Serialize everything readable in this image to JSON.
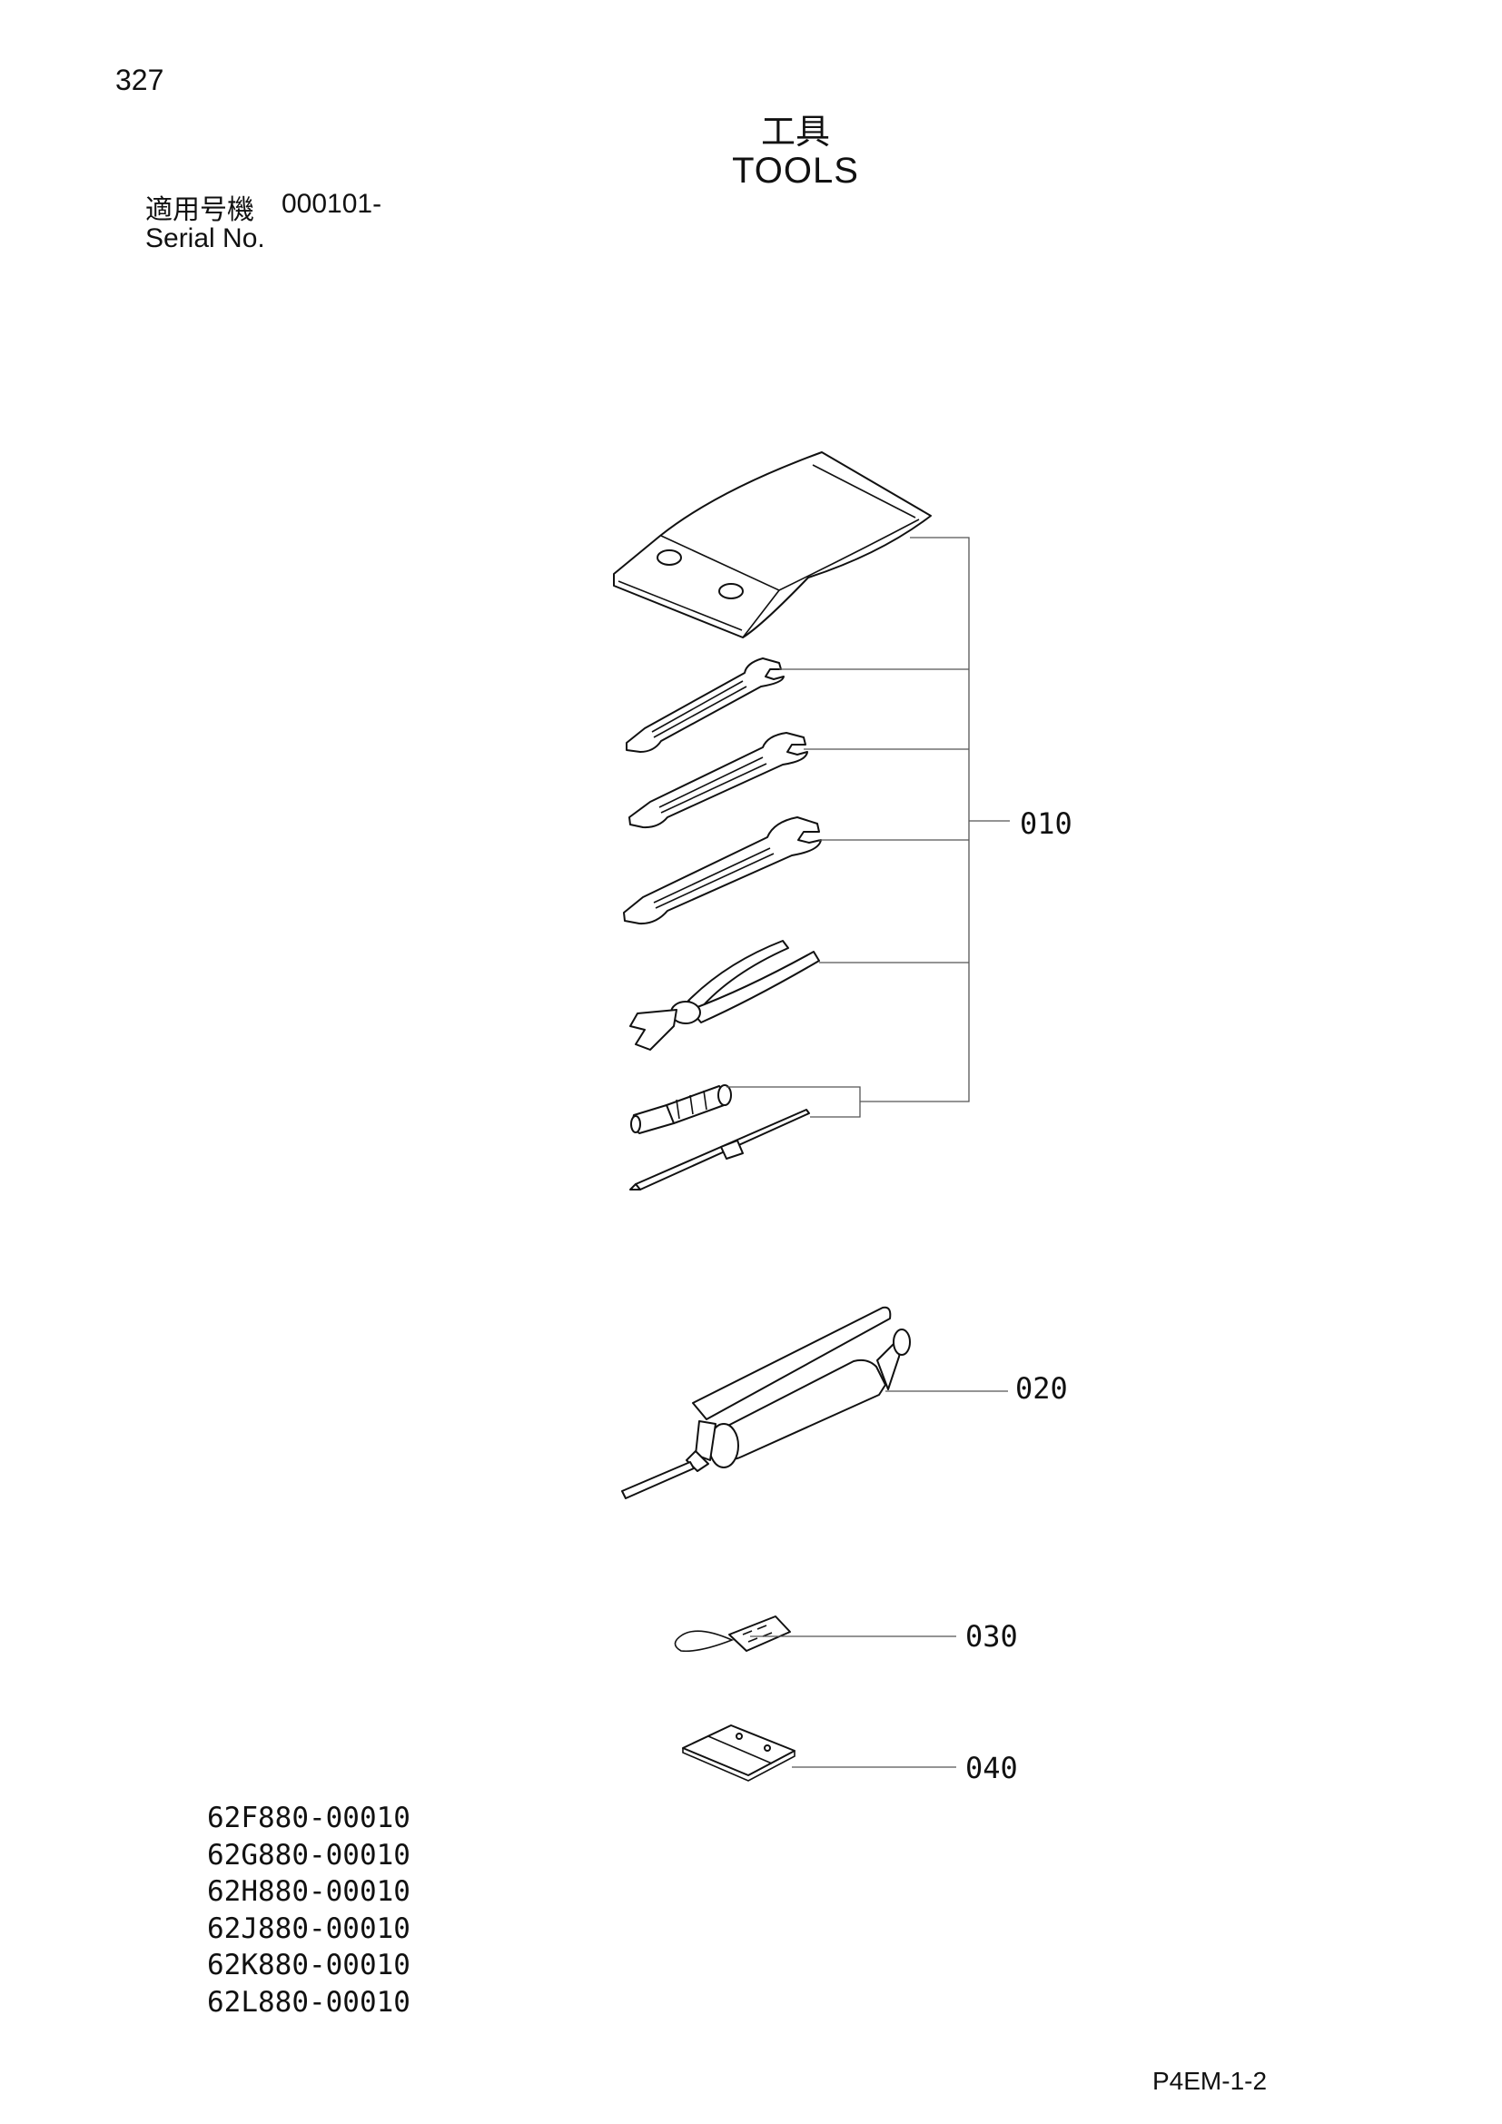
{
  "page_number": "327",
  "title_jp": "工具",
  "title_en": "TOOLS",
  "serial": {
    "label_jp": "適用号機",
    "value": "000101-",
    "label_en": "Serial No."
  },
  "callouts": [
    "010",
    "020",
    "030",
    "040"
  ],
  "part_numbers": [
    "62F880-00010",
    "62G880-00010",
    "62H880-00010",
    "62J880-00010",
    "62K880-00010",
    "62L880-00010"
  ],
  "doc_code": "P4EM-1-2",
  "icons": [
    "tool-bag-icon",
    "wrench-icon",
    "pliers-icon",
    "screwdriver-icon",
    "grease-gun-icon",
    "tag-icon",
    "plate-icon"
  ]
}
